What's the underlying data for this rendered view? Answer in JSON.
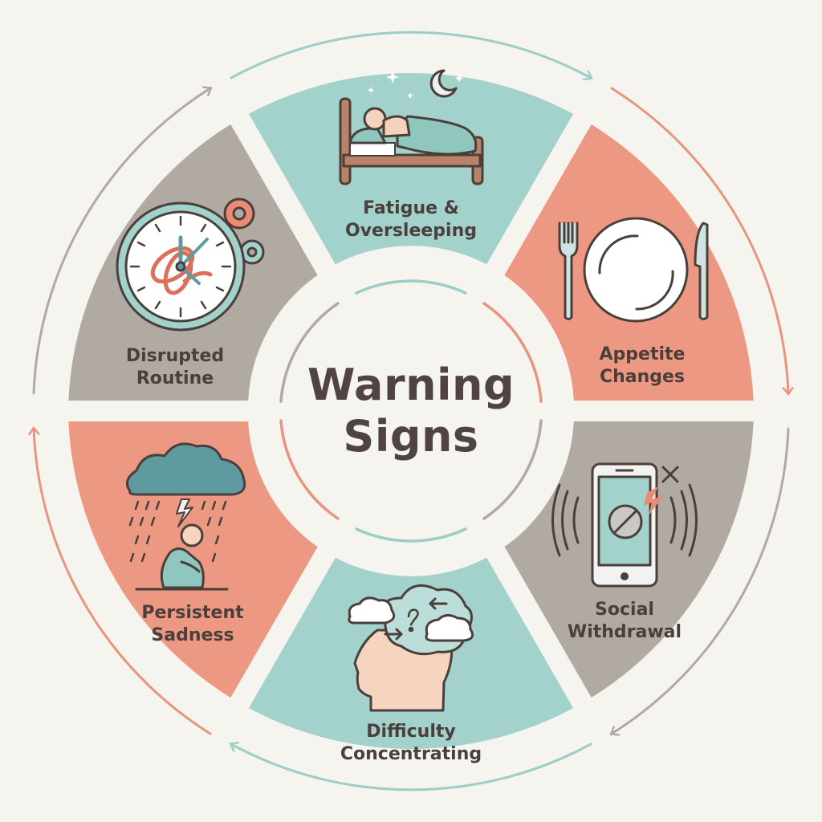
{
  "title": {
    "line1": "Warning",
    "line2": "Signs"
  },
  "colors": {
    "background": "#f5f4ef",
    "teal": "#a3d1cb",
    "salmon": "#ec9882",
    "gray": "#b1aaa3",
    "text": "#4a3f3b",
    "outline": "#4a3f3b"
  },
  "segments": [
    {
      "id": "fatigue",
      "position": "top",
      "color": "teal",
      "icon": "bed-sleep-icon",
      "line1": "Fatigue &",
      "line2": "Oversleeping"
    },
    {
      "id": "appetite",
      "position": "upper-right",
      "color": "salmon",
      "icon": "plate-fork-knife-icon",
      "line1": "Appetite",
      "line2": "Changes"
    },
    {
      "id": "social",
      "position": "lower-right",
      "color": "gray",
      "icon": "phone-blocked-icon",
      "line1": "Social",
      "line2": "Withdrawal"
    },
    {
      "id": "concentration",
      "position": "bottom",
      "color": "teal",
      "icon": "foggy-head-icon",
      "line1": "Difficulty",
      "line2": "Concentrating"
    },
    {
      "id": "sadness",
      "position": "lower-left",
      "color": "salmon",
      "icon": "rain-cloud-person-icon",
      "line1": "Persistent",
      "line2": "Sadness"
    },
    {
      "id": "routine",
      "position": "upper-left",
      "color": "gray",
      "icon": "tangled-clock-icon",
      "line1": "Disrupted",
      "line2": "Routine"
    }
  ],
  "cycle_arrows": {
    "direction": "clockwise",
    "count": 6
  }
}
